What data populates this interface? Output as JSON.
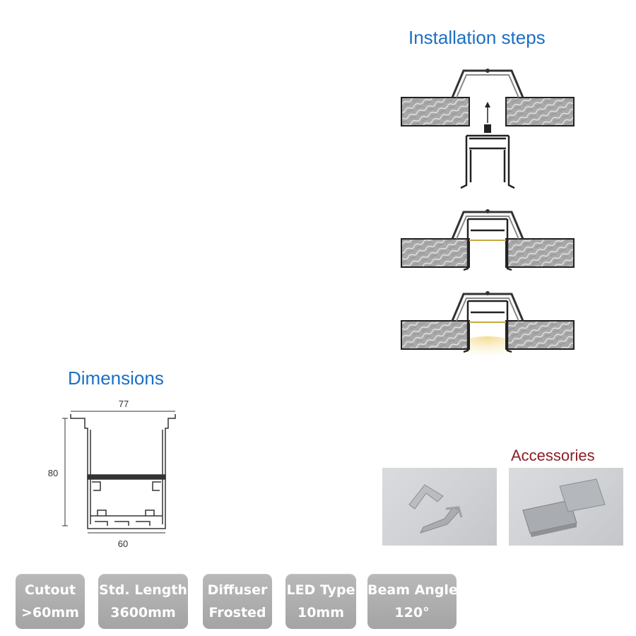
{
  "installation": {
    "title": "Installation steps"
  },
  "dimensions": {
    "title": "Dimensions",
    "width_top": "77",
    "height": "80",
    "width_bottom": "60"
  },
  "accessories": {
    "title": "Accessories"
  },
  "colors": {
    "heading_blue": "#1c6fc4",
    "heading_red": "#8a1f25",
    "spec_badge": "#acacac"
  },
  "specs": [
    {
      "label": "Cutout",
      "value": ">60mm"
    },
    {
      "label": "Std. Length",
      "value": "3600mm"
    },
    {
      "label": "Diffuser",
      "value": "Frosted"
    },
    {
      "label": "LED Type",
      "value": "10mm"
    },
    {
      "label": "Beam Angle",
      "value": "120°"
    }
  ]
}
